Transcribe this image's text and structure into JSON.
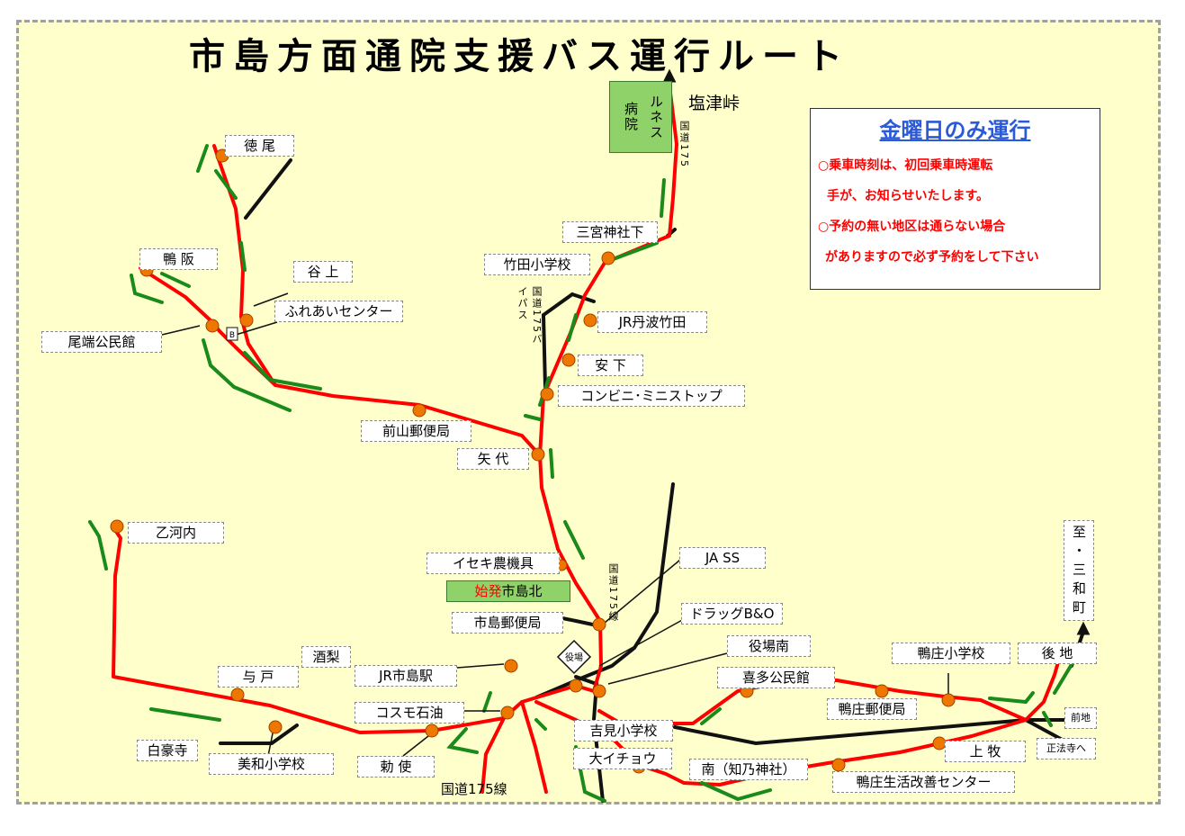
{
  "title": "市島方面通院支援バス運行ルート",
  "colors": {
    "route": "#ff0000",
    "direction": "#1a8a1a",
    "road": "#111111",
    "stop": "#ee7700",
    "hospital": "#8fd26a",
    "notice_heading": "#2a5ad8",
    "notice_text": "#ff0000",
    "origin_highlight": "#ff0000"
  },
  "destination": "塩津峠",
  "hospital": {
    "line1": "ルネス",
    "line2": "病院"
  },
  "roads": {
    "national_175_top": "国道175",
    "national_175_bypass": "国道175バイパス",
    "national_175_line": "国道175線",
    "national_175_bottom": "国道175線"
  },
  "notice": {
    "heading": "金曜日のみ運行",
    "line1": "○乗車時刻は、初回乗車時運転",
    "line2": "手が、お知らせいたします。",
    "line3": "○予約の無い地区は通らない場合",
    "line4": "がありますので必ず予約をして下さい"
  },
  "origin": {
    "prefix": "始発",
    "name": "市島北"
  },
  "stops": {
    "tokuo": "徳 尾",
    "kamosaka": "鴨 阪",
    "tanikami": "谷 上",
    "fureai": "ふれあいセンター",
    "obata": "尾端公民館",
    "maeyama": "前山郵便局",
    "yashiro": "矢 代",
    "otogouchi": "乙河内",
    "sannomiya": "三宮神社下",
    "takeda_school": "竹田小学校",
    "jr_tanba_takeda": "JR丹波竹田",
    "yasushita": "安 下",
    "ministop": "コンビニ･ミニストップ",
    "iseki": "イセキ農機具",
    "ichijima_post": "市島郵便局",
    "jr_ichijima": "JR市島駅",
    "cosmo": "コスモ石油",
    "chokushi": "勅 使",
    "sakanashi": "酒梨",
    "yodo": "与 戸",
    "hakugoji": "白豪寺",
    "miwa_school": "美和小学校",
    "yoshimi_school": "吉見小学校",
    "daiichou": "大イチョウ",
    "minami": "南（知乃神社）",
    "kitakomin": "喜多公民館",
    "yakubaminami": "役場南",
    "drug": "ドラッグB&O",
    "ja_ss": "JA SS",
    "kamonosho_school": "鴨庄小学校",
    "kamonosho_post": "鴨庄郵便局",
    "kamimaki": "上 牧",
    "kamonosho_center": "鴨庄生活改善センター",
    "ushiroji": "後 地",
    "maeji": "前地",
    "shohoji": "正法寺へ",
    "to_sanwa": "至・三和町"
  },
  "small": {
    "town_office": "役場",
    "marker_b": "B"
  }
}
